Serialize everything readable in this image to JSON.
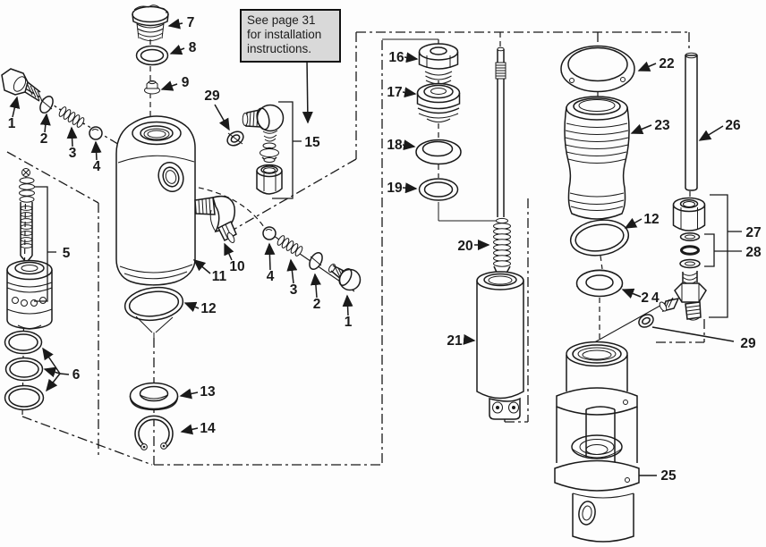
{
  "note": {
    "line1": "See page 31",
    "line2": "for installation",
    "line3": "instructions."
  },
  "callouts": {
    "n7": "7",
    "n8": "8",
    "n9": "9",
    "n29_top": "29",
    "n15": "15",
    "n1_left": "1",
    "n2_left": "2",
    "n3_left": "3",
    "n4_left": "4",
    "n5": "5",
    "n6": "6",
    "n10": "10",
    "n11": "11",
    "n12_left": "12",
    "n13": "13",
    "n14": "14",
    "n4_mid": "4",
    "n3_mid": "3",
    "n2_mid": "2",
    "n1_mid": "1",
    "n16": "16",
    "n17": "17",
    "n18": "18",
    "n19": "19",
    "n20": "20",
    "n21": "21",
    "n22": "22",
    "n23": "23",
    "n26": "26",
    "n12_right": "12",
    "n24": "24",
    "n27": "27",
    "n28": "28",
    "n29_right": "29",
    "n25": "25"
  },
  "colors": {
    "line": "#1a1a1a",
    "note_bg": "#d9d9d9",
    "background": "#fdfdfd"
  }
}
